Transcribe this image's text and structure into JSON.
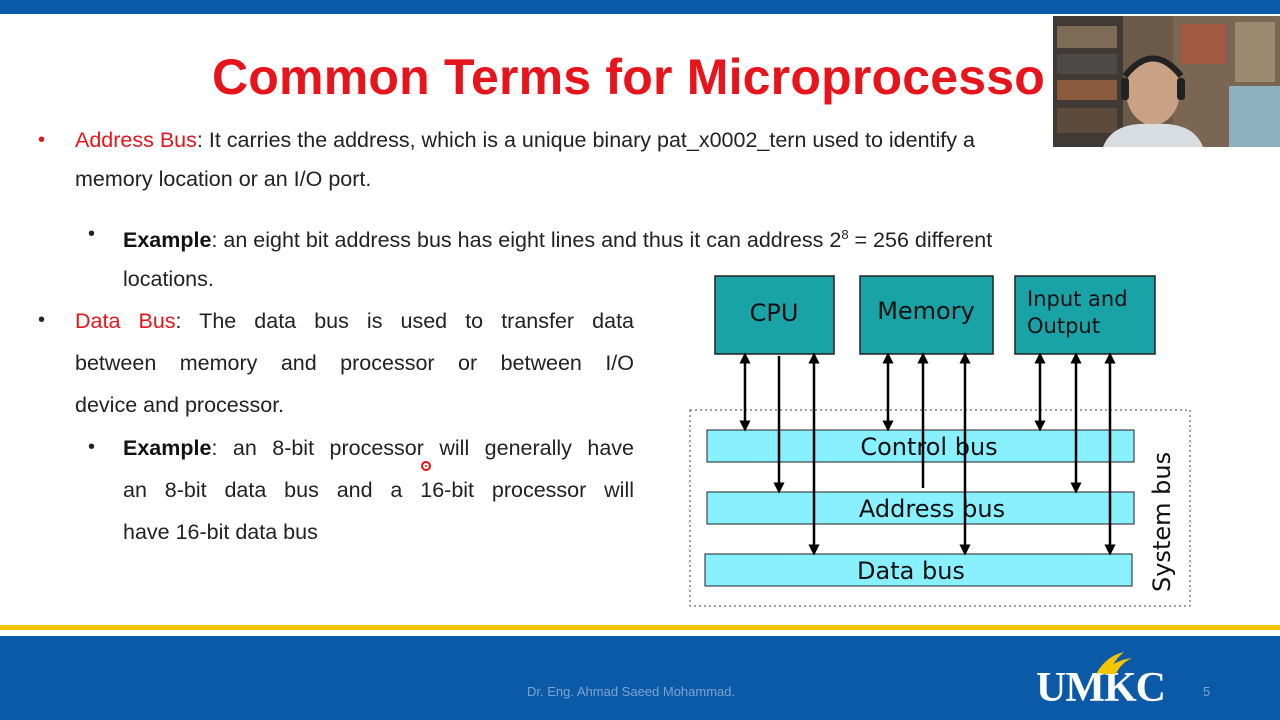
{
  "slide": {
    "title": "Common Terms for Microprocesso",
    "address_bus": {
      "term": "Address Bus",
      "text": ": It carries the address, which is a unique binary pat_x0002_tern used to identify a",
      "text2": "memory location or an I/O port.",
      "example_label": "Example",
      "example_text": ": an eight bit address bus has eight lines and thus it can address 2",
      "example_sup": "8",
      "example_text_b": " = 256 different",
      "example_text2": "locations."
    },
    "data_bus": {
      "term": "Data Bus",
      "line1": ": The data bus is used to transfer data",
      "line2": "between memory and processor or between I/O",
      "line3": "device and processor.",
      "example_label": "Example",
      "ex_line1": ": an 8-bit processor will generally have",
      "ex_line2": "an 8-bit data bus and a 16-bit processor will",
      "ex_line3": "have 16-bit data bus"
    }
  },
  "diagram": {
    "cpu": "CPU",
    "memory": "Memory",
    "io_line1": "Input and",
    "io_line2": "Output",
    "control_bus": "Control bus",
    "address_bus": "Address bus",
    "data_bus": "Data bus",
    "system_bus": "System bus",
    "box_color": "#19a3a6",
    "bus_color": "#88f0ff"
  },
  "footer": {
    "author": "Dr. Eng. Ahmad Saeed Mohammad.",
    "page": "5",
    "logo": "UMKC"
  },
  "colors": {
    "title_red": "#e8141c",
    "brand_blue": "#0b5aa8",
    "gold": "#f5c400"
  }
}
